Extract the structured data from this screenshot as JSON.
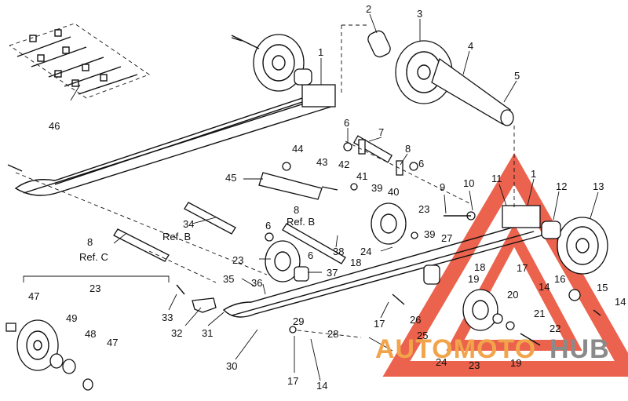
{
  "callouts": [
    "1",
    "2",
    "3",
    "4",
    "5",
    "6",
    "7",
    "8",
    "6",
    "9",
    "10",
    "11",
    "1",
    "12",
    "13",
    "44",
    "43",
    "42",
    "41",
    "39",
    "40",
    "23",
    "39",
    "27",
    "45",
    "34",
    "8",
    "38",
    "6",
    "6",
    "37",
    "24",
    "18",
    "18",
    "19",
    "17",
    "14",
    "16",
    "15",
    "14",
    "23",
    "35",
    "36",
    "33",
    "32",
    "31",
    "29",
    "28",
    "17",
    "26",
    "20",
    "21",
    "22",
    "25",
    "24",
    "23",
    "19",
    "17",
    "14",
    "30",
    "47",
    "49",
    "48",
    "47",
    "46",
    "8",
    "23"
  ],
  "references": {
    "ref_b_34": "Ref. B",
    "ref_b_8": "Ref. B",
    "ref_c_8": "Ref. C"
  },
  "watermark": {
    "part1": "AUTOMOTO",
    "part2": "HUB",
    "accent_color": "#e8472f",
    "secondary_color": "#f2a44a"
  }
}
